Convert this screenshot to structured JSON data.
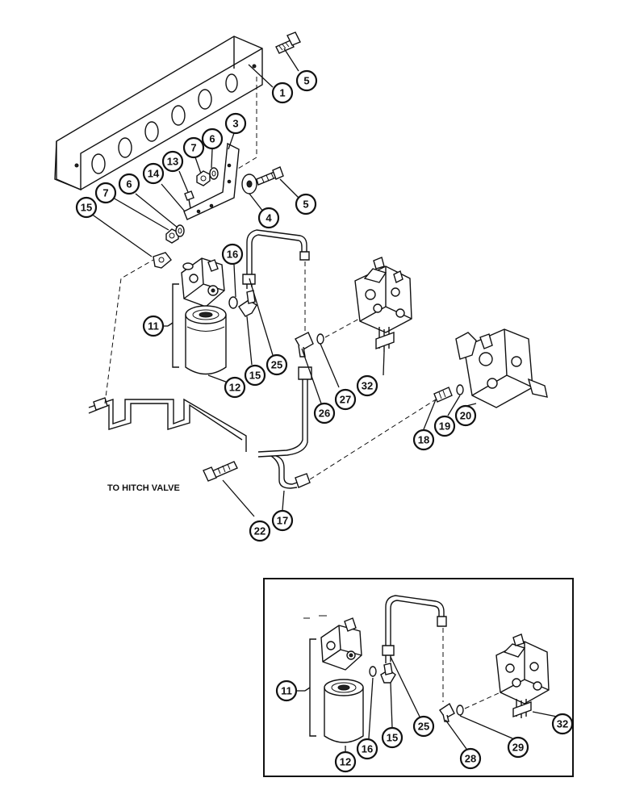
{
  "caption": "TO HITCH VALVE",
  "callouts": {
    "c1": "1",
    "c3": "3",
    "c4": "4",
    "c5a": "5",
    "c5b": "5",
    "c6a": "6",
    "c6b": "6",
    "c7a": "7",
    "c7b": "7",
    "c11": "11",
    "c12": "12",
    "c13": "13",
    "c14": "14",
    "c15a": "15",
    "c15b": "15",
    "c16": "16",
    "c17": "17",
    "c18": "18",
    "c19": "19",
    "c20": "20",
    "c22": "22",
    "c25": "25",
    "c26": "26",
    "c27": "27",
    "c32": "32"
  },
  "inset_callouts": {
    "c11": "11",
    "c12": "12",
    "c15": "15",
    "c16": "16",
    "c25": "25",
    "c28": "28",
    "c29": "29",
    "c32": "32"
  }
}
